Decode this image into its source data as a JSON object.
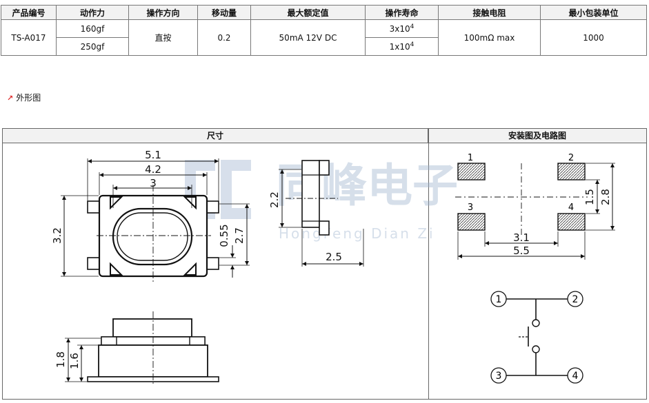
{
  "spec_table": {
    "headers": [
      "产品编号",
      "动作力",
      "操作方向",
      "移动量",
      "最大额定值",
      "操作寿命",
      "接触电阻",
      "最小包装单位"
    ],
    "part_no": "TS-A017",
    "force_1": "160gf",
    "force_2": "250gf",
    "direction": "直按",
    "travel": "0.2",
    "rating": "50mA 12V DC",
    "life_1_base": "3x10",
    "life_1_exp": "4",
    "life_2_base": "1x10",
    "life_2_exp": "4",
    "resistance": "100mΩ max",
    "min_pack": "1000"
  },
  "section": {
    "title": "外形图",
    "icon": "red-arrow-icon"
  },
  "frame": {
    "left_header": "尺寸",
    "right_header": "安装图及电路图"
  },
  "watermark": {
    "cn": "同峰电子",
    "en": "HongFeng Dian Zi"
  },
  "dims_top": {
    "d1": "5.1",
    "d2": "4.2",
    "d3": "3",
    "d4": "3.2",
    "d5": "0.55",
    "d6": "2.7"
  },
  "dims_side": {
    "d1": "2.2",
    "d2": "2.5"
  },
  "dims_bottom": {
    "d1": "1.8",
    "d2": "1.6"
  },
  "mount": {
    "p1": "1",
    "p2": "2",
    "p3": "3",
    "p4": "4",
    "d1": "3.1",
    "d2": "5.5",
    "d3": "1.5",
    "d4": "2.8"
  },
  "circuit": {
    "n1": "1",
    "n2": "2",
    "n3": "3",
    "n4": "4"
  }
}
